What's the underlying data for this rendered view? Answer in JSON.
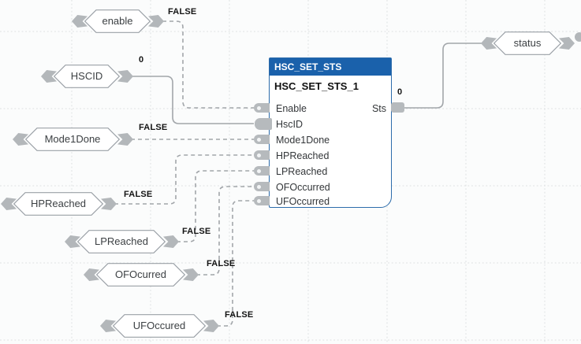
{
  "diagram": {
    "block": {
      "type_name": "HSC_SET_STS",
      "instance_name": "HSC_SET_STS_1",
      "inputs": [
        "Enable",
        "HscID",
        "Mode1Done",
        "HPReached",
        "LPReached",
        "OFOccurred",
        "UFOccurred"
      ],
      "output_label": "Sts",
      "output_value": "0"
    },
    "tags": [
      {
        "label": "enable",
        "value": "FALSE"
      },
      {
        "label": "HSCID",
        "value": "0"
      },
      {
        "label": "Mode1Done",
        "value": "FALSE"
      },
      {
        "label": "HPReached",
        "value": "FALSE"
      },
      {
        "label": "LPReached",
        "value": "FALSE"
      },
      {
        "label": "OFOcurred",
        "value": "FALSE"
      },
      {
        "label": "UFOccured",
        "value": "FALSE"
      },
      {
        "label": "status"
      }
    ],
    "colors": {
      "block_header": "#1a61ab",
      "block_border": "#2d6cab",
      "wire": "#a2a6aa",
      "connector_gray": "#b3b7ba",
      "tag_border": "#9aa0a6",
      "value_text": "#141414",
      "grid": "#dcdfe1"
    }
  }
}
